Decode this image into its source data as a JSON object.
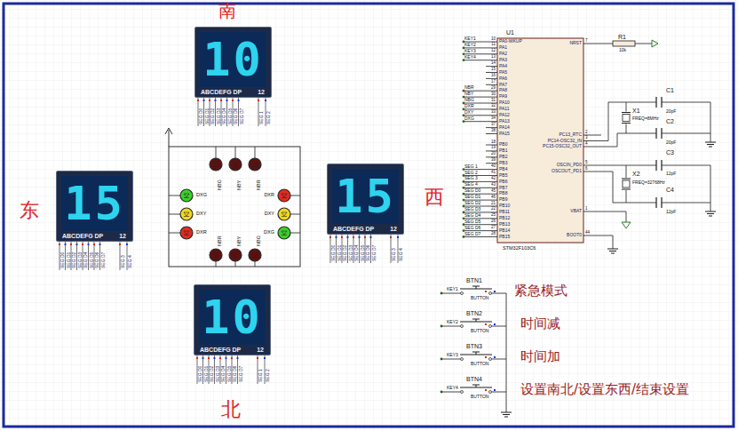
{
  "diagram": {
    "nodes": [
      {
        "text": [
          "10",
          "ABCDEFG DP",
          "12"
        ]
      },
      {
        "text": [
          "15",
          "ABCDEFG DP",
          "12"
        ]
      },
      {
        "text": [
          "15",
          "ABCDEFG DP",
          "12"
        ]
      },
      {
        "text": [
          "10",
          "ABCDEFG DP",
          "12"
        ]
      }
    ],
    "labels": [
      "南",
      "东",
      "西",
      "北",
      "SEG D0",
      "SEG D1",
      "SEG D2",
      "SEG D3",
      "SEG D4",
      "SEG D5",
      "SEG D6",
      "SEG D7",
      "SEG 1",
      "SEG 2",
      "SEG D0",
      "SEG D1",
      "SEG D2",
      "SEG D3",
      "SEG D4",
      "SEG D5",
      "SEG D6",
      "SEG D7",
      "SEG 3",
      "SEG 4",
      "SEG D0",
      "SEG D1",
      "SEG D2",
      "SEG D3",
      "SEG D4",
      "SEG D5",
      "SEG D6",
      "SEG D7",
      "SEG 3",
      "SEG 4",
      "SEG D0",
      "SEG D1",
      "SEG D2",
      "SEG D3",
      "SEG D4",
      "SEG D5",
      "SEG D6",
      "SEG D7",
      "SEG 1",
      "SEG 2",
      "NBG",
      "NBY",
      "NBR",
      "DXG",
      "DXY",
      "DXR",
      "DXR",
      "DXY",
      "DXG",
      "NBR",
      "NBY",
      "NBG",
      "U1",
      "10",
      "PA0-WKUP",
      "11",
      "PA1",
      "12",
      "PA2",
      "13",
      "PA3",
      "14",
      "PA4",
      "15",
      "PA5",
      "16",
      "PA6",
      "17",
      "PA7",
      "29",
      "PA8",
      "30",
      "PA9",
      "31",
      "PA10",
      "32",
      "PA11",
      "33",
      "PA12",
      "34",
      "PA13",
      "37",
      "PA14",
      "38",
      "PA15",
      "18",
      "PB0",
      "19",
      "PB1",
      "20",
      "PB2",
      "39",
      "PB3",
      "40",
      "PB4",
      "41",
      "PB5",
      "42",
      "PB6",
      "43",
      "PB7",
      "45",
      "PB8",
      "46",
      "PB9",
      "21",
      "PB10",
      "22",
      "PB11",
      "25",
      "PB12",
      "26",
      "PB13",
      "27",
      "PB14",
      "28",
      "PB15",
      "7",
      "NRST",
      "2",
      "PC13_RTC",
      "3",
      "PC14-OSC32_IN",
      "4",
      "PC15-OSC32_OUT",
      "5",
      "OSCIN_PD0",
      "6",
      "OSCOUT_PD1",
      "1",
      "VBAT",
      "44",
      "BOOT0",
      "STM32F103C6",
      "KEY1",
      "KEY2",
      "KEY3",
      "KEY4",
      "NBR",
      "NBY",
      "NBG",
      "DXR",
      "DXY",
      "DXG",
      "SEG 1",
      "SEG 2",
      "SEG 3",
      "SEG 4",
      "SEG D0",
      "SEG D1",
      "SEG D2",
      "SEG D3",
      "SEG D4",
      "SEG D5",
      "SEG D6",
      "SEG D7",
      "R1",
      "10k",
      "C1",
      "20pF",
      "X1",
      "FREQ=8MHz",
      "C2",
      "20pF",
      "C3",
      "12pF",
      "X2",
      "FREQ=32768Hz",
      "C4",
      "12pF",
      "BTN1",
      "KEY1",
      "BUTTON",
      "紧急模式",
      "BTN2",
      "KEY2",
      "BUTTON",
      "时间减",
      "BTN3",
      "KEY3",
      "BUTTON",
      "时间加",
      "BTN4",
      "KEY4",
      "BUTTON",
      "设置南北/设置东西/结束设置"
    ]
  }
}
